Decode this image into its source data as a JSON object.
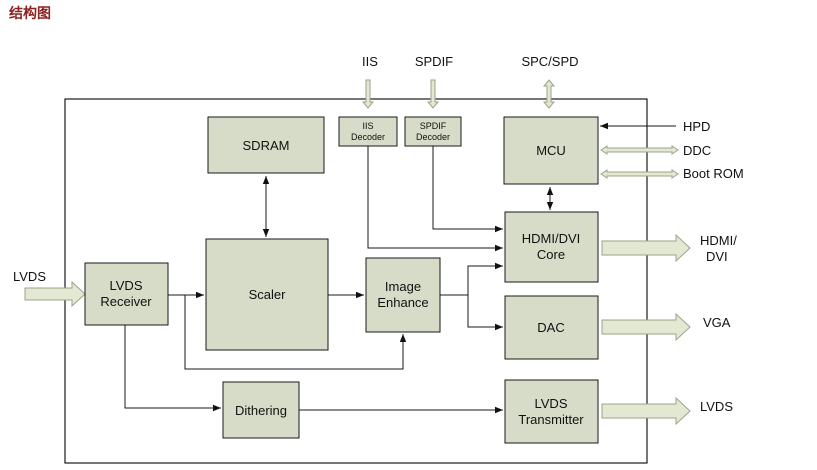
{
  "title": "结构图",
  "blocks": {
    "sdram": "SDRAM",
    "iis_decoder": [
      "IIS",
      "Decoder"
    ],
    "spdif_decoder": [
      "SPDIF",
      "Decoder"
    ],
    "mcu": "MCU",
    "hdmi_dvi_core": [
      "HDMI/DVI",
      "Core"
    ],
    "lvds_receiver": [
      "LVDS",
      "Receiver"
    ],
    "scaler": "Scaler",
    "image_enhance": [
      "Image",
      "Enhance"
    ],
    "dac": "DAC",
    "dithering": "Dithering",
    "lvds_transmitter": [
      "LVDS",
      "Transmitter"
    ]
  },
  "signals": {
    "iis": "IIS",
    "spdif": "SPDIF",
    "spc_spd": "SPC/SPD",
    "hpd": "HPD",
    "ddc": "DDC",
    "boot_rom": "Boot ROM",
    "lvds_in": "LVDS",
    "hdmi_dvi_out": [
      "HDMI/",
      "DVI"
    ],
    "vga": "VGA",
    "lvds_out": "LVDS"
  },
  "colors": {
    "block_fill": "#d6dcc7",
    "title": "#8b2323",
    "io_arrow": "#e3e8d3"
  }
}
